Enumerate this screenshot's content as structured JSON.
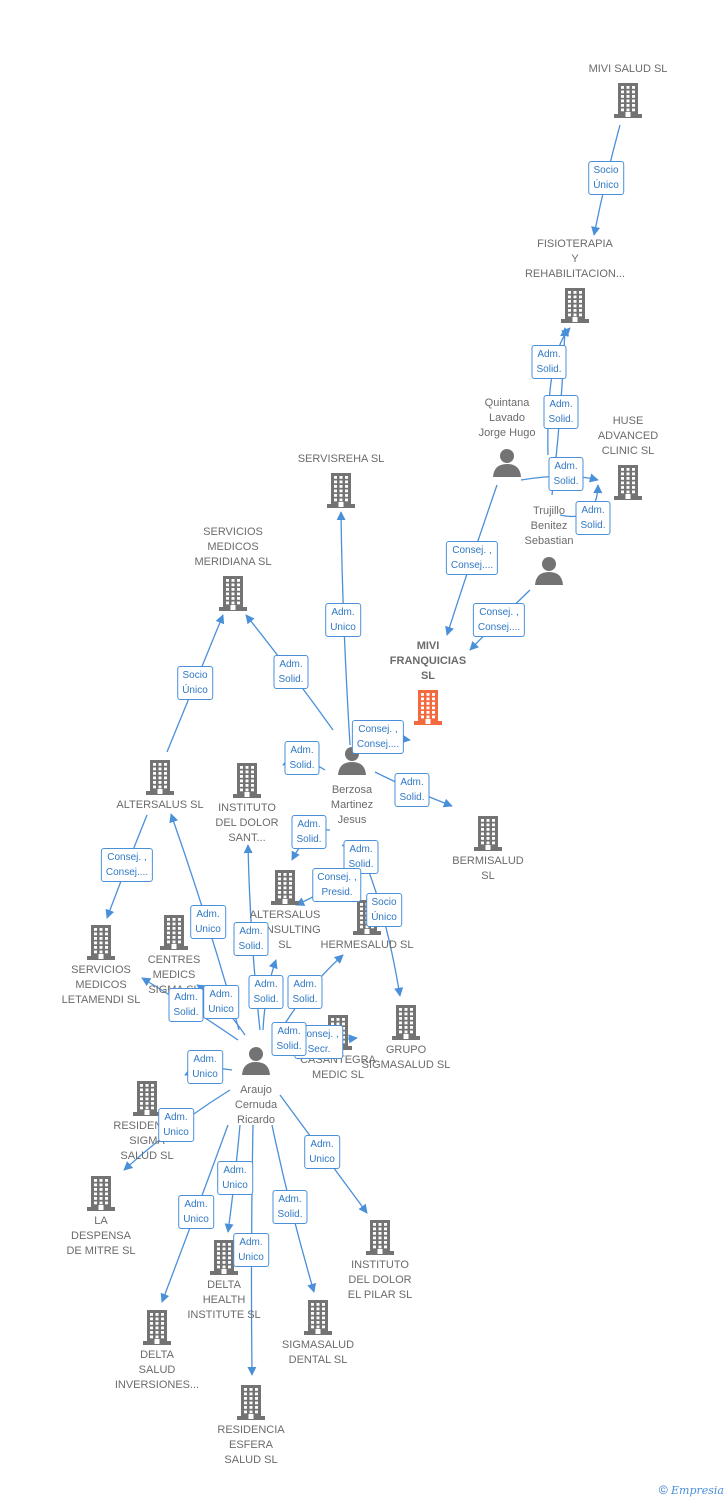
{
  "colors": {
    "building": "#737373",
    "highlight": "#f26a3d",
    "person": "#737373",
    "edge": "#4a90d9"
  },
  "nodes": [
    {
      "id": "mivi_salud",
      "type": "company",
      "label": "MIVI SALUD  SL",
      "label_pos": "above"
    },
    {
      "id": "fisioterapia",
      "type": "company",
      "label": "FISIOTERAPIA\nY\nREHABILITACION...",
      "label_pos": "above"
    },
    {
      "id": "quintana",
      "type": "person",
      "label": "Quintana\nLavado\nJorge Hugo",
      "label_pos": "above"
    },
    {
      "id": "huse",
      "type": "company",
      "label": "HUSE\nADVANCED\nCLINIC  SL",
      "label_pos": "above"
    },
    {
      "id": "trujillo",
      "type": "person",
      "label": "Trujillo\nBenitez\nSebastian",
      "label_pos": "above"
    },
    {
      "id": "servisreha",
      "type": "company",
      "label": "SERVISREHA SL",
      "label_pos": "above"
    },
    {
      "id": "servicios_meridiana",
      "type": "company",
      "label": "SERVICIOS\nMEDICOS\nMERIDIANA SL",
      "label_pos": "above"
    },
    {
      "id": "mivi_franquicias",
      "type": "company",
      "label": "MIVI\nFRANQUICIAS\nSL",
      "label_pos": "above",
      "highlight": true
    },
    {
      "id": "berzosa",
      "type": "person",
      "label": "Berzosa\nMartinez\nJesus",
      "label_pos": "below"
    },
    {
      "id": "altersalus",
      "type": "company",
      "label": "ALTERSALUS SL",
      "label_pos": "below"
    },
    {
      "id": "instituto_sant",
      "type": "company",
      "label": "INSTITUTO\nDEL DOLOR\nSANT...",
      "label_pos": "below"
    },
    {
      "id": "bermisalud",
      "type": "company",
      "label": "BERMISALUD\nSL",
      "label_pos": "below"
    },
    {
      "id": "altersalus_consulting",
      "type": "company",
      "label": "ALTERSALUS\nCONSULTING\nSL",
      "label_pos": "below"
    },
    {
      "id": "hermesalud",
      "type": "company",
      "label": "HERMESALUD SL",
      "label_pos": "below"
    },
    {
      "id": "letamendi",
      "type": "company",
      "label": "SERVICIOS\nMEDICOS\nLETAMENDI SL",
      "label_pos": "below"
    },
    {
      "id": "centres",
      "type": "company",
      "label": "CENTRES\nMEDICS\nSIGMA SL",
      "label_pos": "below"
    },
    {
      "id": "grupo_sigmasalud",
      "type": "company",
      "label": "GRUPO\nSIGMASALUD SL",
      "label_pos": "below"
    },
    {
      "id": "casantegra",
      "type": "company",
      "label": "CASANTEGRA\nMEDIC SL",
      "label_pos": "below"
    },
    {
      "id": "araujo",
      "type": "person",
      "label": "Araujo\nCernuda\nRicardo",
      "label_pos": "below"
    },
    {
      "id": "residencia_sigma",
      "type": "company",
      "label": "RESIDENCIA\nSIGMA\nSALUD SL",
      "label_pos": "below"
    },
    {
      "id": "despensa",
      "type": "company",
      "label": "LA\nDESPENSA\nDE MITRE  SL",
      "label_pos": "below"
    },
    {
      "id": "instituto_pilar",
      "type": "company",
      "label": "INSTITUTO\nDEL DOLOR\nEL PILAR  SL",
      "label_pos": "below"
    },
    {
      "id": "delta_health",
      "type": "company",
      "label": "DELTA\nHEALTH\nINSTITUTE  SL",
      "label_pos": "below"
    },
    {
      "id": "sigmasalud_dental",
      "type": "company",
      "label": "SIGMASALUD\nDENTAL SL",
      "label_pos": "below"
    },
    {
      "id": "delta_salud",
      "type": "company",
      "label": "DELTA\nSALUD\nINVERSIONES...",
      "label_pos": "below"
    },
    {
      "id": "residencia_esfera",
      "type": "company",
      "label": "RESIDENCIA\nESFERA\nSALUD SL",
      "label_pos": "below"
    }
  ],
  "edges": [
    {
      "from": "mivi_salud",
      "to": "fisioterapia",
      "label": "Socio\nÚnico"
    },
    {
      "from": "quintana",
      "to": "fisioterapia",
      "label": "Adm.\nSolid."
    },
    {
      "from": "trujillo",
      "to": "fisioterapia",
      "label": "Adm.\nSolid."
    },
    {
      "from": "quintana",
      "to": "huse",
      "label": "Adm.\nSolid."
    },
    {
      "from": "trujillo",
      "to": "huse",
      "label": "Adm.\nSolid."
    },
    {
      "from": "quintana",
      "to": "mivi_franquicias",
      "label": "Consej. ,\nConsej...."
    },
    {
      "from": "trujillo",
      "to": "mivi_franquicias",
      "label": "Consej. ,\nConsej...."
    },
    {
      "from": "berzosa",
      "to": "servisreha",
      "label": "Adm.\nUnico"
    },
    {
      "from": "berzosa",
      "to": "servicios_meridiana",
      "label": "Adm.\nSolid."
    },
    {
      "from": "altersalus",
      "to": "servicios_meridiana",
      "label": "Socio\nÚnico"
    },
    {
      "from": "berzosa",
      "to": "mivi_franquicias",
      "label": "Consej. ,\nConsej...."
    },
    {
      "from": "berzosa",
      "to": "instituto_sant",
      "label": "Adm.\nSolid."
    },
    {
      "from": "berzosa",
      "to": "bermisalud",
      "label": "Adm.\nSolid."
    },
    {
      "from": "berzosa",
      "to": "altersalus_consulting",
      "label": "Adm.\nSolid."
    },
    {
      "from": "berzosa",
      "to": "hermesalud",
      "label": "Adm.\nSolid."
    },
    {
      "from": "berzosa",
      "to": "grupo_sigmasalud",
      "label": "Consej. ,\nPresid."
    },
    {
      "from": "altersalus",
      "to": "letamendi",
      "label": "Socio\nÚnico"
    },
    {
      "from": "araujo",
      "to": "mivi_franquicias",
      "label": "Consej. ,\nConsej...."
    },
    {
      "from": "araujo",
      "to": "altersalus",
      "label": "Adm.\nUnico"
    },
    {
      "from": "araujo",
      "to": "instituto_sant",
      "label": "Adm.\nSolid."
    },
    {
      "from": "araujo",
      "to": "centres",
      "label": "Adm.\nSolid."
    },
    {
      "from": "araujo",
      "to": "centres",
      "label": "Adm.\nUnico"
    },
    {
      "from": "araujo",
      "to": "altersalus_consulting",
      "label": "Adm.\nSolid."
    },
    {
      "from": "araujo",
      "to": "hermesalud",
      "label": "Adm.\nSolid."
    },
    {
      "from": "araujo",
      "to": "casantegra",
      "label": "Consej. ,\nSecr."
    },
    {
      "from": "araujo",
      "to": "casantegra",
      "label": "Adm.\nSolid."
    },
    {
      "from": "araujo",
      "to": "residencia_sigma",
      "label": "Adm.\nUnico"
    },
    {
      "from": "araujo",
      "to": "despensa",
      "label": "Adm.\nUnico"
    },
    {
      "from": "araujo",
      "to": "instituto_pilar",
      "label": "Adm.\nUnico"
    },
    {
      "from": "araujo",
      "to": "delta_health",
      "label": "Adm.\nUnico"
    },
    {
      "from": "araujo",
      "to": "sigmasalud_dental",
      "label": "Adm.\nSolid."
    },
    {
      "from": "araujo",
      "to": "delta_salud",
      "label": "Adm.\nUnico"
    },
    {
      "from": "araujo",
      "to": "residencia_esfera",
      "label": "Adm.\nUnico"
    }
  ],
  "footer": {
    "copyright": "©",
    "brand": "Empresia"
  }
}
